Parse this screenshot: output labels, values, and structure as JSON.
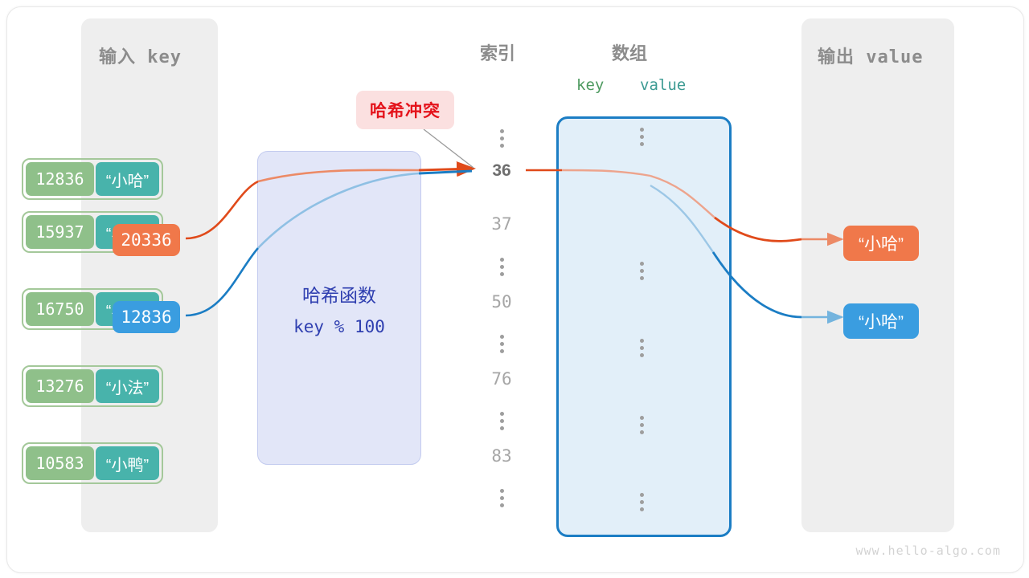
{
  "watermark": "www.hello-algo.com",
  "panels": {
    "input": {
      "title": "输入 key"
    },
    "output": {
      "title": "输出 value"
    }
  },
  "headings": {
    "index": "索引",
    "array": "数组",
    "key": "key",
    "value": "value"
  },
  "badge": {
    "label": "哈希冲突"
  },
  "hash_function": {
    "title": "哈希函数",
    "expression": "key % 100"
  },
  "inputs": [
    {
      "label": "20336",
      "color": "#f0784a"
    },
    {
      "label": "12836",
      "color": "#3a9de0"
    }
  ],
  "outputs": [
    {
      "label": "“小哈”",
      "color": "#f0784a"
    },
    {
      "label": "“小哈”",
      "color": "#3a9de0"
    }
  ],
  "indices": [
    {
      "label": "36",
      "highlighted": true
    },
    {
      "label": "37",
      "highlighted": false
    },
    {
      "label": "50",
      "highlighted": false
    },
    {
      "label": "76",
      "highlighted": false
    },
    {
      "label": "83",
      "highlighted": false
    }
  ],
  "array_cells": [
    {
      "key": "12836",
      "value": "“小哈”"
    },
    {
      "key": "15937",
      "value": "“小啰”"
    },
    {
      "key": "16750",
      "value": "“小算”"
    },
    {
      "key": "13276",
      "value": "“小法”"
    },
    {
      "key": "10583",
      "value": "“小鸭”"
    }
  ],
  "colors": {
    "orange": "#f0784a",
    "orange_line": "#e04a1a",
    "blue": "#3a9de0",
    "blue_line": "#1b7dc4",
    "key_green": "#8fc08a",
    "value_teal": "#48b3ab",
    "array_fill": "#e2eff9",
    "hash_fill": "#e2e6f8",
    "badge_bg": "#fbe0e0",
    "badge_fg": "#e4131b",
    "panel_bg": "#eeeeee"
  }
}
